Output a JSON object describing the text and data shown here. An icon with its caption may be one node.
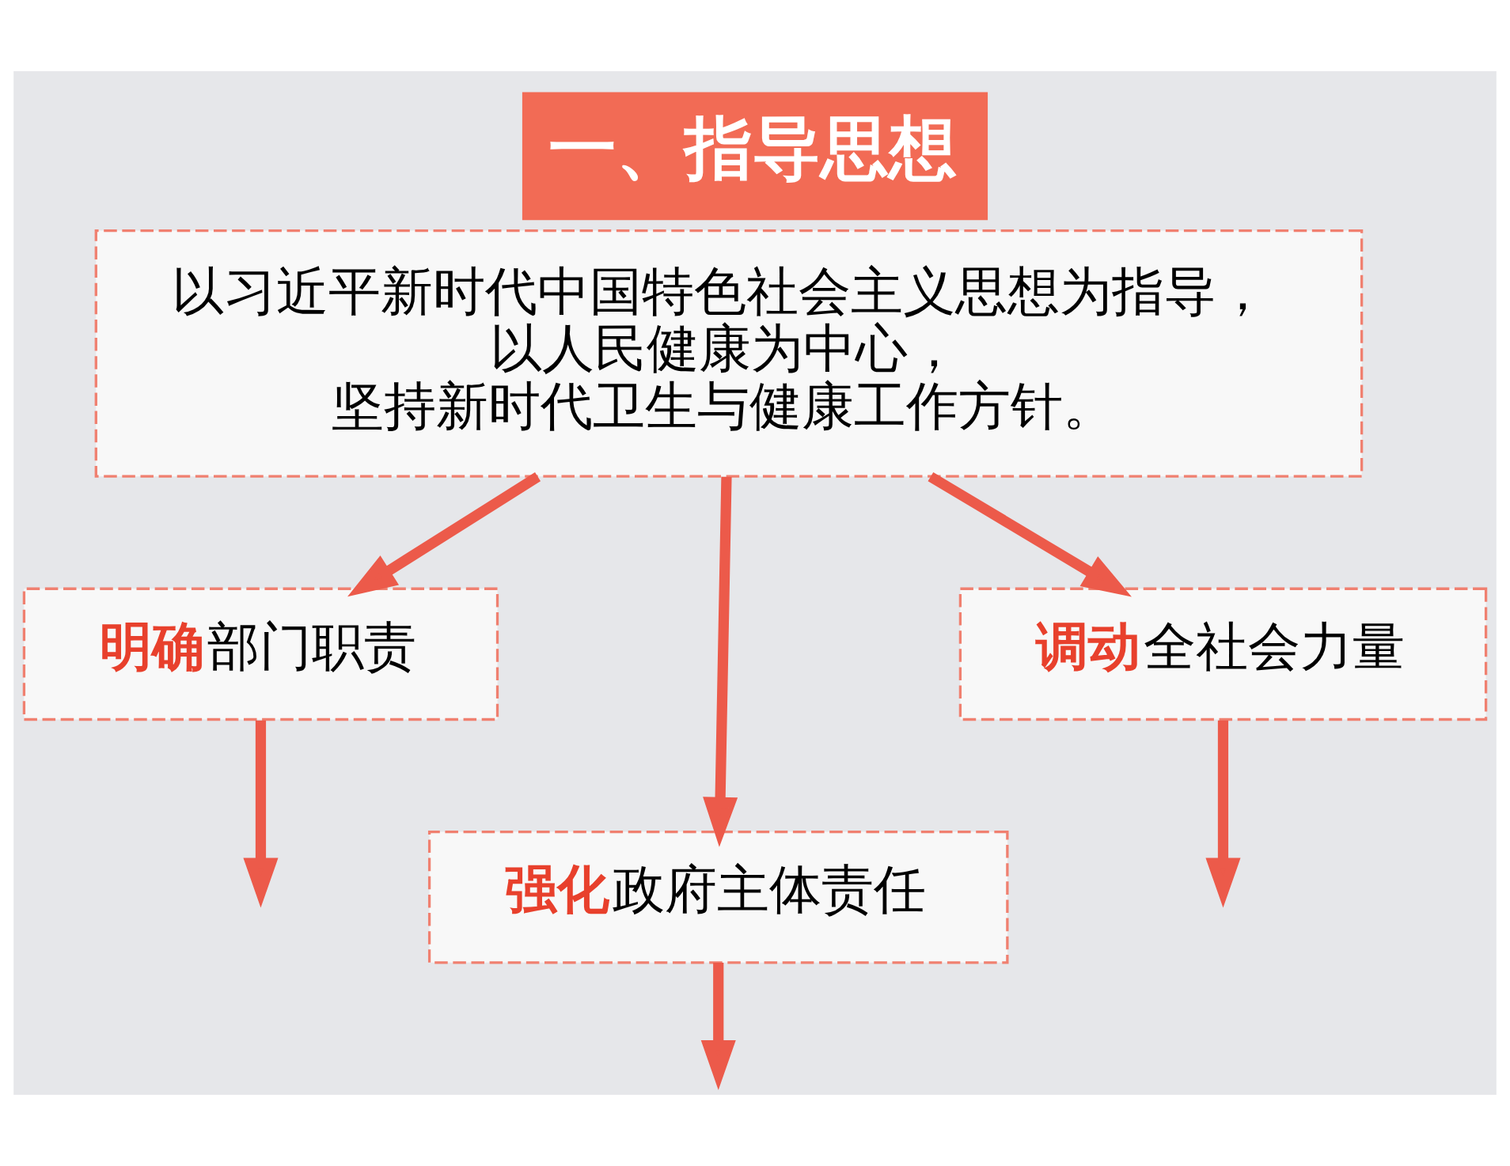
{
  "diagram": {
    "title": "一、指导思想",
    "nodes": [
      {
        "text": [
          "以习近平新时代中国特色社会主义思想为指导，以人民健康为中心，坚持新时代卫生与健康工作方针。"
        ]
      },
      {
        "text": [
          "**明确**部门职责"
        ]
      },
      {
        "text": [
          "**调动**全社会力量"
        ]
      },
      {
        "text": [
          "**强化**政府主体责任"
        ]
      }
    ],
    "edges": [
      {
        "from": 0,
        "to": 1,
        "arrow": "to"
      },
      {
        "from": 0,
        "to": 3,
        "arrow": "to"
      },
      {
        "from": 0,
        "to": 2,
        "arrow": "to"
      },
      {
        "from": 1,
        "to": null,
        "arrow": "to"
      },
      {
        "from": 3,
        "to": null,
        "arrow": "to"
      },
      {
        "from": 2,
        "to": null,
        "arrow": "to"
      }
    ]
  }
}
